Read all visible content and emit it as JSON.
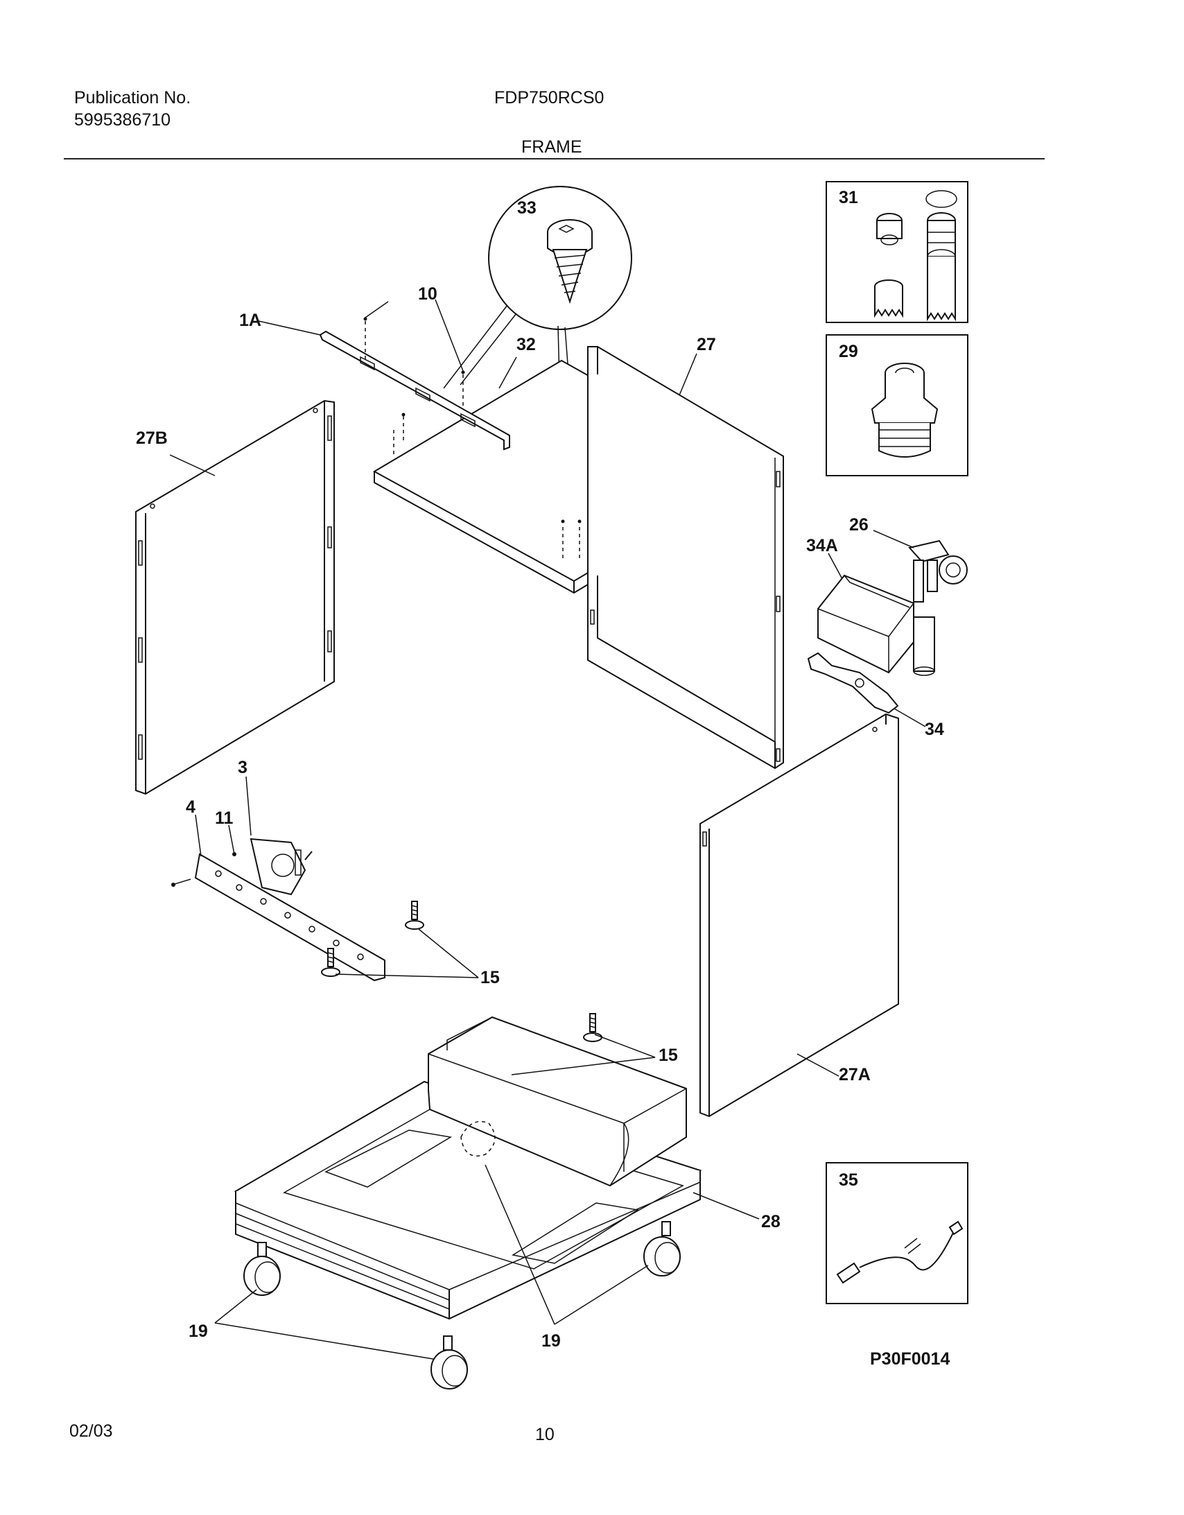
{
  "header": {
    "publication_label": "Publication No.",
    "publication_number": "5995386710",
    "model": "FDP750RCS0",
    "section": "FRAME"
  },
  "footer": {
    "date": "02/03",
    "page_number": "10",
    "drawing_code": "P30F0014"
  },
  "callouts": {
    "c1A": "1A",
    "c3": "3",
    "c4": "4",
    "c10": "10",
    "c11": "11",
    "c15a": "15",
    "c15b": "15",
    "c19a": "19",
    "c19b": "19",
    "c26": "26",
    "c27": "27",
    "c27A": "27A",
    "c27B": "27B",
    "c28": "28",
    "c29": "29",
    "c31": "31",
    "c32": "32",
    "c33": "33",
    "c34": "34",
    "c34A": "34A",
    "c35": "35"
  }
}
